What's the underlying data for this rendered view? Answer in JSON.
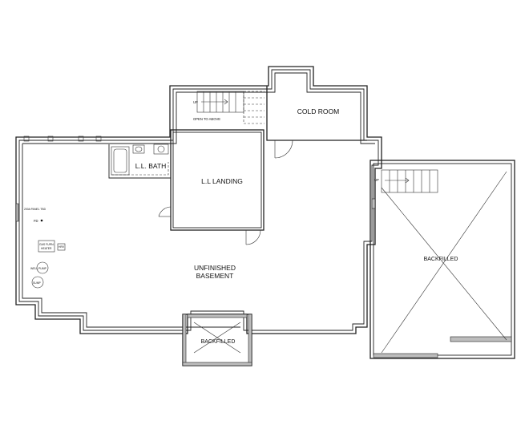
{
  "rooms": {
    "cold_room": "COLD ROOM",
    "ll_bath": "L.L. BATH",
    "ll_landing": "L.L LANDING",
    "unfinished_line1": "UNFINISHED",
    "unfinished_line2": "BASEMENT",
    "backfilled_right": "BACKFILLED",
    "backfilled_bottom": "BACKFILLED"
  },
  "annotations": {
    "up_top": "UP",
    "open_to_above": "OPEN TO ABOVE",
    "up_right": "UP",
    "fd": "FD",
    "gas_furn": "GAS FURN.",
    "gas_furn_sub": "HEATER",
    "hrv": "HRV",
    "well_pump": "WELL PUMP",
    "sump": "SUMP",
    "panel": "200A PANEL TBD"
  }
}
